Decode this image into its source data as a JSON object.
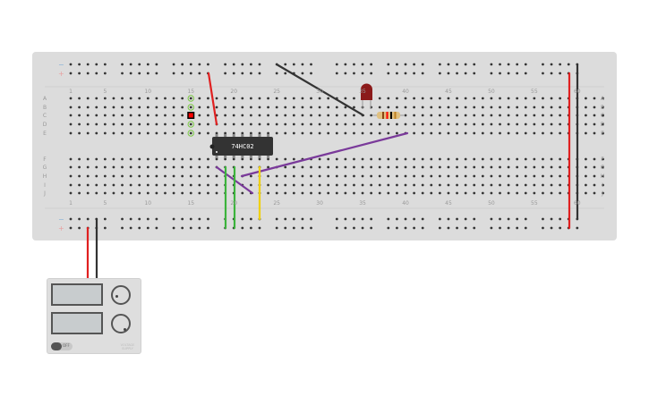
{
  "breadboard": {
    "row_letters_top": [
      "A",
      "B",
      "C",
      "D",
      "E"
    ],
    "row_letters_bottom": [
      "F",
      "G",
      "H",
      "I",
      "J"
    ],
    "column_numbers": [
      "1",
      "5",
      "10",
      "15",
      "20",
      "25",
      "30",
      "35",
      "40",
      "45",
      "50",
      "55",
      "60"
    ],
    "rail_minus": "−",
    "rail_plus": "+"
  },
  "chip": {
    "label": "74HC02",
    "color": "#333333"
  },
  "components": {
    "led_color": "#8b1a1a",
    "resistor_bands": [
      "#8b4513",
      "#ff0000",
      "#000000",
      "#c08020"
    ]
  },
  "wires": [
    {
      "name": "red-wire-vcc",
      "color": "#e02020"
    },
    {
      "name": "black-wire-led",
      "color": "#333333"
    },
    {
      "name": "purple-wire-long",
      "color": "#7a3a9a"
    },
    {
      "name": "purple-wire-short",
      "color": "#7a3a9a"
    },
    {
      "name": "green-wire-1",
      "color": "#3cb43c"
    },
    {
      "name": "green-wire-2",
      "color": "#3cb43c"
    },
    {
      "name": "yellow-wire",
      "color": "#f0d000"
    },
    {
      "name": "red-wire-rail",
      "color": "#e02020"
    },
    {
      "name": "black-wire-rail",
      "color": "#333333"
    },
    {
      "name": "red-wire-psu",
      "color": "#e02020"
    },
    {
      "name": "black-wire-psu",
      "color": "#333333"
    }
  ],
  "power_supply": {
    "switch_label": "OFF",
    "label": "VOLTAGE SUPPLY"
  }
}
